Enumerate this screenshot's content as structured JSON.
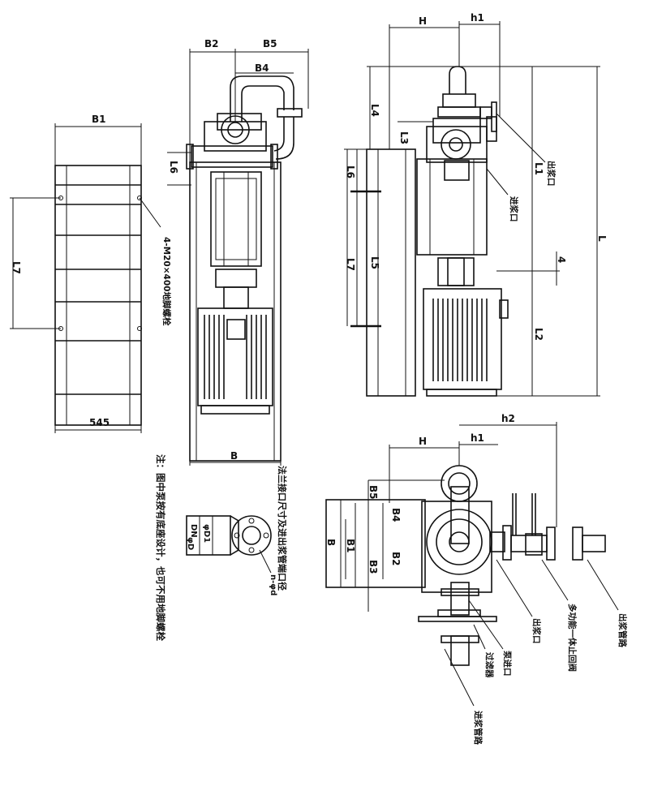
{
  "dims": {
    "B1_top": "B1",
    "d545": "545",
    "L7_left": "L7",
    "L6": "L6",
    "B2": "B2",
    "B5": "B5",
    "B4": "B4",
    "B": "B",
    "H_top": "H",
    "h1_top": "h1",
    "L4": "L4",
    "L3": "L3",
    "L1": "L1",
    "L": "L",
    "L6_side": "L6",
    "L5": "L5",
    "L7_side": "L7",
    "L2": "L2",
    "dim4": "4",
    "H_bot": "H",
    "h1_bot": "h1",
    "h2": "h2",
    "B5_bot": "B5",
    "B4_bot": "B4",
    "B_bot": "B",
    "B1_bot": "B1",
    "B2_bot": "B2",
    "B3_bot": "B3",
    "DN": "DN",
    "phiD1": "φD1",
    "phiD": "φD",
    "n_phid": "n-φd"
  },
  "notes": {
    "anchor_bolts": "4-M20×400地脚螺栓",
    "note_main": "注：图中泵按有底座设计，也可不用地脚螺栓",
    "flange_note": "法兰接口尺寸及进出浆管端口径"
  },
  "callouts": {
    "outlet_top": "出浆口",
    "inlet_top": "进浆口",
    "outlet_pipe": "出浆管路",
    "check_valve": "多功能一体止回阀",
    "outlet_bot": "出浆口",
    "inlet_bot": "泵进口",
    "filter": "过滤器",
    "inlet_pipe": "进浆管路"
  }
}
